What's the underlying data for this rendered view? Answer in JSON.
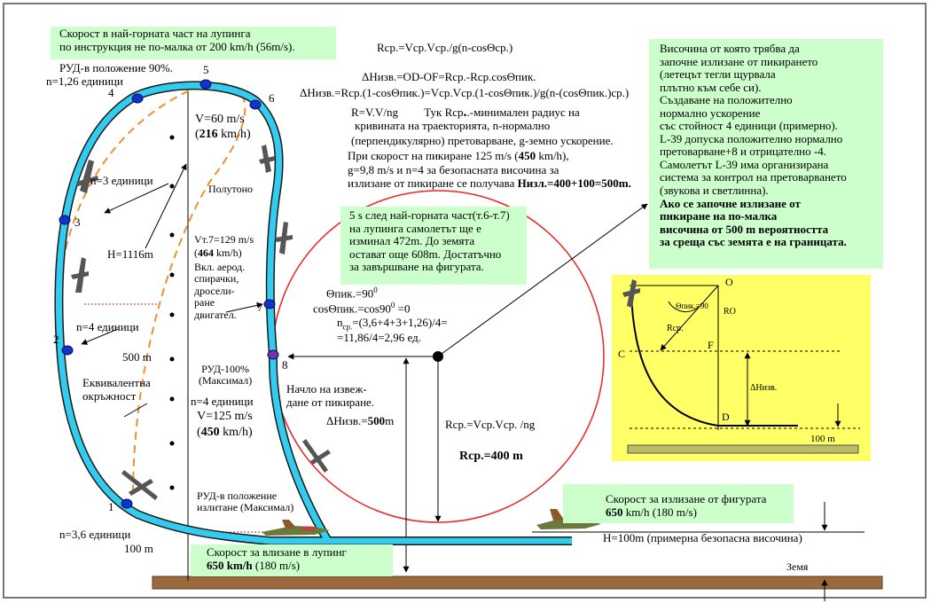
{
  "notes": {
    "top_speed": "Скорост в най-горната част на лупинга\nпо инструкция не  по-малка от 200 km/h (56m/s).",
    "altitude": "Височина от която трябва да\nзапочне излизане от пикирането\n (летецът тегли щурвала\nплътно към себе си).\nСъздаване на положително\nнормално ускорение\nсъс стойност 4 единици (примерно).\nL-39 допуска положително нормално\nпретоварване+8 и отрицателно -4.\nСамолетът L-39 има организирана\n система за контрол на претоварването\n(звукова и светлинна).",
    "altitude_bold": "Ако се започне излизане от\nпикиране  на по-малка\nвисочина от 500 m вероятността\n за среща със земята е на границата.",
    "five_s": "5 s след най-горната част(т.6-т.7)\nна лупинга самолетът ще е\nизминал 472m. До земята\nостават още 608m. Достатъчно\nза завършване на фигурата.",
    "exit_speed_1": "Скорост за излизане от фигурата",
    "exit_speed_2b": "650",
    "exit_speed_2": " km/h (180 m/s)",
    "entry_speed_1": "Скорост за влизане в лупинг",
    "entry_speed_2b": "650 km/h",
    "entry_speed_2": " (180 m/s)"
  },
  "formulas": {
    "f1": "Rср.=Vср.Vср./g(n-cosΘср.)",
    "f2": "ΔНизв.=OD-OF=Rср.-Rср.cosΘпик.",
    "f3": "ΔНизв.=Rср.(1-cosΘпик.)=Vср.Vср.(1-cosΘпик.)/g(n-(cosΘпик.)ср.)",
    "f4a": "R=V.V/ng",
    "f4b": "Тук Rср",
    "f4c": ".-минимален радиус на",
    "f5": "кривината на траекторията, n-нормално",
    "f6": "(перпендикулярно) претоварване, g-земно ускорение.",
    "f7": "При скорост на пикиране 125 m/s (",
    "f7b": "450",
    "f7c": " km/h),",
    "f8": "g=9,8 m/s  и n=4 за безопасната височина за",
    "f9": "излизане от пикиране се получава ",
    "f9b": "Низл.=400+100=500m."
  },
  "labels": {
    "rud90": "РУД-в положение 90%.",
    "n126": "n=1,26 единици",
    "v60": "V=60 m/s",
    "v216b": "216",
    "v216": " km/h)",
    "v216a": "(",
    "n3": "n=3 единици",
    "halfroll": "Полутоно",
    "h1116": "H=1116m",
    "vt7": "Vт.7=129 m/s",
    "vt7b": "464",
    "vt7c": " km/h)",
    "vt7a": "(",
    "brakes": "Вкл. аерод.\nспирачки,\nдросели-\nране\nдвигател.",
    "n4a": "n=4 единици",
    "m500": "500 m",
    "equiv": "Еквивалентна\nокръжност",
    "rud100": "РУД-100%\n(Максимал)",
    "n4b": "n=4 единици",
    "v125": "V=125 m/s",
    "v450b": "450",
    "v450": " km/h)",
    "v450a": "(",
    "start_dive": "Начло на извеж-\nдане от пикиране.",
    "dh500a": "ΔНизв.=",
    "dh500b": "500",
    "dh500c": "m",
    "theta90": "Θпик.=90",
    "theta90sup": "0",
    "cos90": "cosΘпик.=cos90",
    "cos90sup": "0",
    "cos90end": " =0",
    "ncp1": "n",
    "ncp1s": "ср.",
    "ncp1e": "=(3,6+4+3+1,26)/4=",
    "ncp2": "=11,86/4=2,96 ед.",
    "rcp_formula": "Rср.=Vср.Vср. /ng",
    "rcp_val": "Rср.=400 m",
    "rud_takeoff": "РУД-в положение\nизлитане (Максимал)",
    "n36": "n=3,6 единици",
    "m100": "100 m",
    "h100": "H=100m (примерна безопасна височина)",
    "ground": "Земя"
  },
  "points": [
    "1",
    "2",
    "3",
    "4",
    "5",
    "6",
    "7",
    "8"
  ],
  "inset": {
    "O": "O",
    "theta": "Θпик.=90",
    "R0": "RO",
    "Rcp": "Rср.",
    "F": "F",
    "C": "C",
    "dH": "ΔНизв.",
    "D": "D",
    "m100": "100 m"
  },
  "colors": {
    "track": "#33ccee",
    "point": "#1133cc",
    "equiv_dashed": "#f09030",
    "circle": "#ee2222",
    "ground": "#9b6a3c",
    "note_bg": "#ccffcc",
    "inset_bg": "#ffff66"
  }
}
